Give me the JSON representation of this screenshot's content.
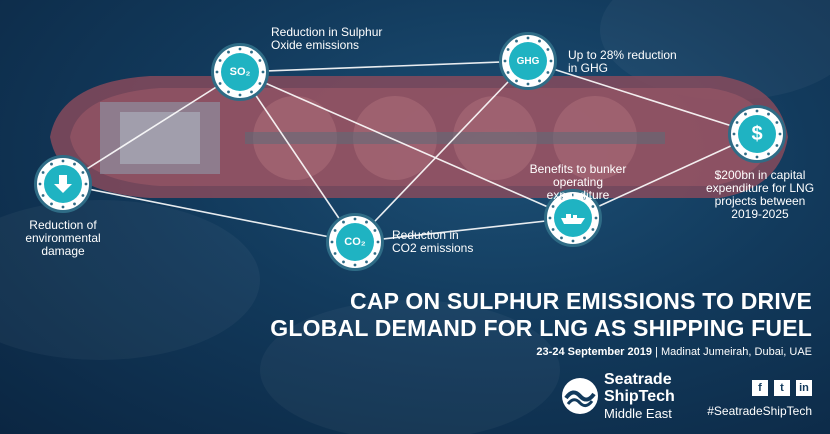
{
  "nodes": {
    "sulphur": {
      "glyph": "SO₂",
      "label_line1": "Reduction in Sulphur",
      "label_line2": "Oxide emissions"
    },
    "ghg": {
      "glyph": "GHG",
      "label_line1": "Up to 28% reduction",
      "label_line2": "in GHG"
    },
    "capex": {
      "glyph": "$",
      "label_line1": "$200bn in capital",
      "label_line2": "expenditure for LNG",
      "label_line3": "projects between",
      "label_line4": "2019-2025"
    },
    "bunker": {
      "label_line1": "Benefits to bunker",
      "label_line2": "operating expenditure"
    },
    "environment": {
      "label_line1": "Reduction of",
      "label_line2": "environmental",
      "label_line3": "damage"
    },
    "co2": {
      "glyph": "CO₂",
      "label_line1": "Reduction in",
      "label_line2": "CO2 emissions"
    }
  },
  "headline": {
    "line1": "CAP ON SULPHUR EMISSIONS TO DRIVE",
    "line2": "GLOBAL DEMAND FOR LNG AS SHIPPING FUEL"
  },
  "event": {
    "dates": "23-24 September 2019",
    "separator": "|",
    "venue": "Madinat Jumeirah, Dubai, UAE"
  },
  "logo": {
    "brand_line1": "Seatrade",
    "brand_line2": "ShipTech",
    "brand_line3": "Middle East"
  },
  "social": {
    "facebook": "f",
    "twitter": "t",
    "linkedin": "in"
  },
  "hashtag": "#SeatradeShipTech",
  "colors": {
    "accent": "#1fb3c2",
    "ring": "#2f6c86",
    "background": "#123a5c",
    "hull": "#8a4a5c"
  }
}
